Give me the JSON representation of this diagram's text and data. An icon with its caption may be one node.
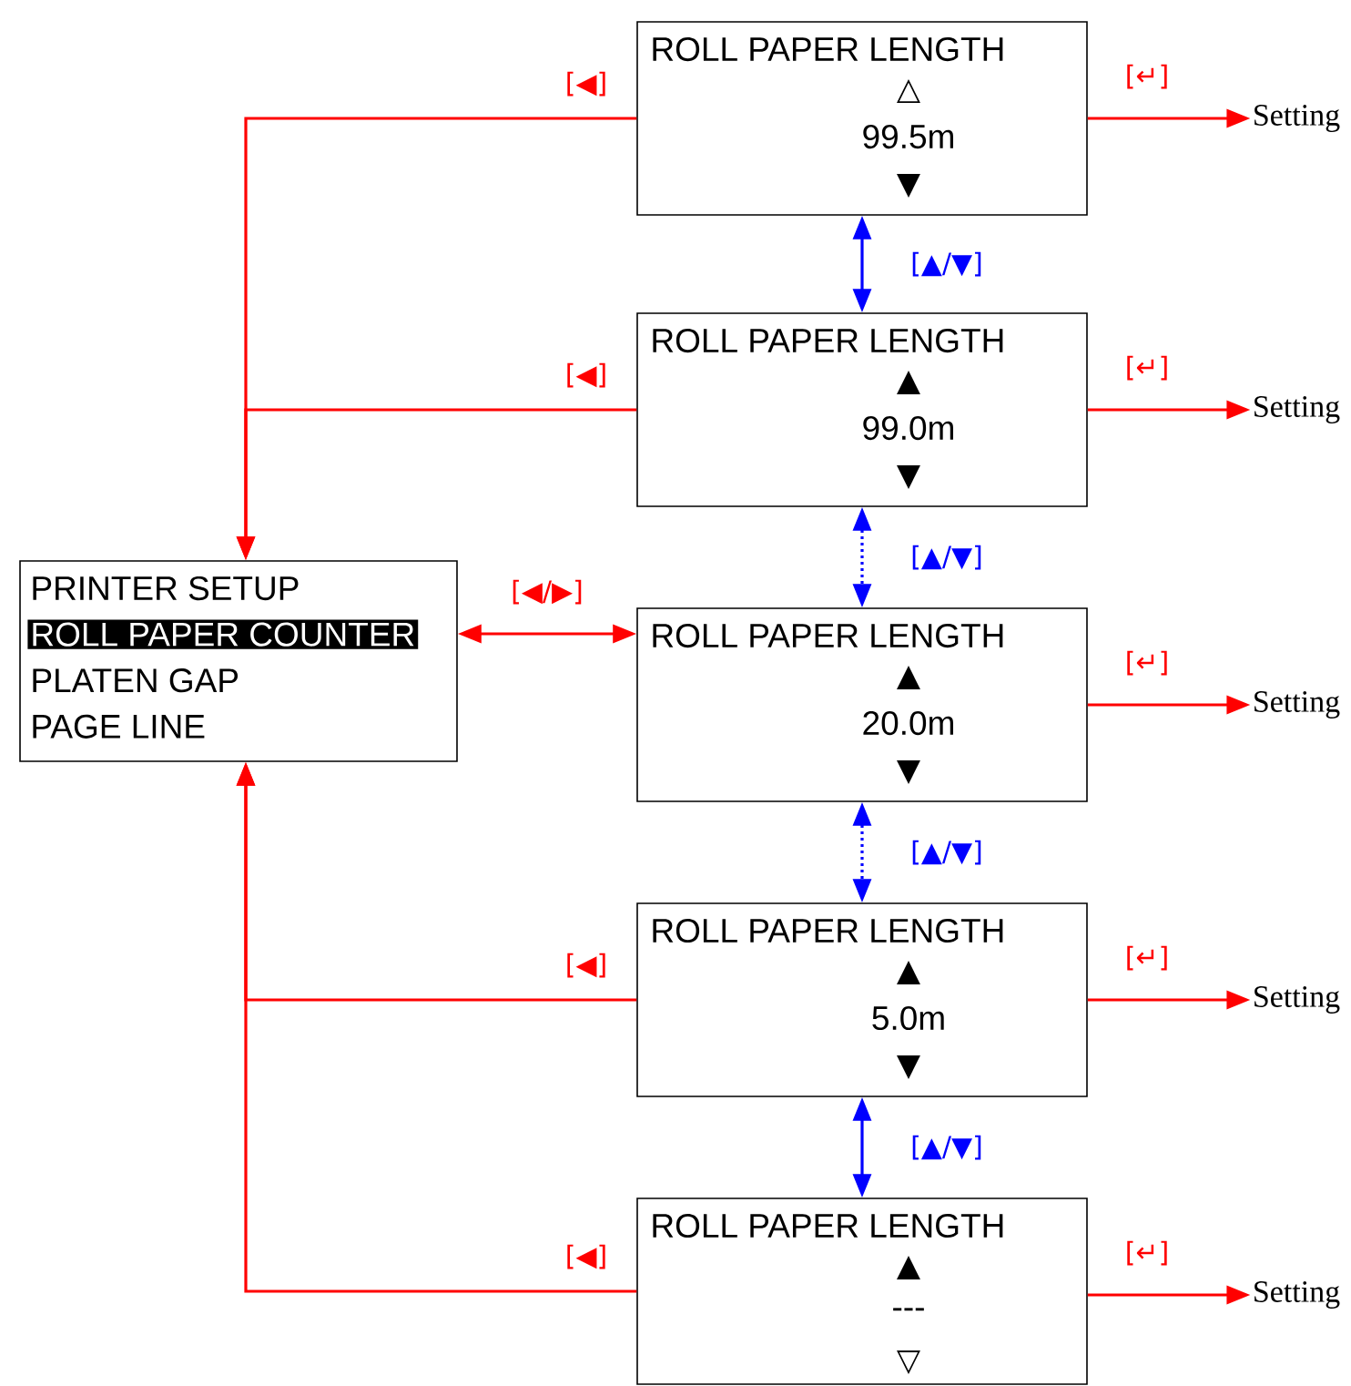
{
  "diagram": {
    "nodes": [
      {
        "text": [
          "PRINTER SETUP",
          "ROLL PAPER COUNTER",
          "PLATEN GAP",
          "PAGE LINE"
        ]
      },
      {
        "text": [
          "ROLL PAPER LENGTH",
          "△",
          "99.5m",
          "▼"
        ]
      },
      {
        "text": [
          "ROLL PAPER LENGTH",
          "▲",
          "99.0m",
          "▼"
        ]
      },
      {
        "text": [
          "ROLL PAPER LENGTH",
          "▲",
          "20.0m",
          "▼"
        ]
      },
      {
        "text": [
          "ROLL PAPER LENGTH",
          "▲",
          "5.0m",
          "▼"
        ]
      },
      {
        "text": [
          "ROLL PAPER LENGTH",
          "▲",
          "---",
          "▽"
        ]
      },
      {
        "text": [
          "Setting"
        ]
      },
      {
        "text": [
          "Setting"
        ]
      },
      {
        "text": [
          "Setting"
        ]
      },
      {
        "text": [
          "Setting"
        ]
      },
      {
        "text": [
          "Setting"
        ]
      }
    ],
    "edges": [
      {
        "from": 1,
        "to": 0,
        "arrow": "to",
        "label": "[◀]"
      },
      {
        "from": 1,
        "to": 6,
        "arrow": "to",
        "label": "[↵]"
      },
      {
        "from": 1,
        "to": 2,
        "arrow": "both",
        "label": "[▲/▼]",
        "color": "#0000ff"
      },
      {
        "from": 2,
        "to": 0,
        "arrow": "to",
        "label": "[◀]"
      },
      {
        "from": 2,
        "to": 7,
        "arrow": "to",
        "label": "[↵]"
      },
      {
        "from": 2,
        "to": 3,
        "arrow": "both",
        "label": "[▲/▼]",
        "style": "dashed",
        "color": "#0000ff"
      },
      {
        "from": 0,
        "to": 3,
        "arrow": "both",
        "label": "[◀/▶]"
      },
      {
        "from": 3,
        "to": 8,
        "arrow": "to",
        "label": "[↵]"
      },
      {
        "from": 3,
        "to": 4,
        "arrow": "both",
        "label": "[▲/▼]",
        "style": "dashed",
        "color": "#0000ff"
      },
      {
        "from": 4,
        "to": 0,
        "arrow": "to",
        "label": "[◀]"
      },
      {
        "from": 4,
        "to": 9,
        "arrow": "to",
        "label": "[↵]"
      },
      {
        "from": 4,
        "to": 5,
        "arrow": "both",
        "label": "[▲/▼]",
        "color": "#0000ff"
      },
      {
        "from": 5,
        "to": 0,
        "arrow": "to",
        "label": "[◀]"
      },
      {
        "from": 5,
        "to": 10,
        "arrow": "to",
        "label": "[↵]"
      }
    ]
  }
}
